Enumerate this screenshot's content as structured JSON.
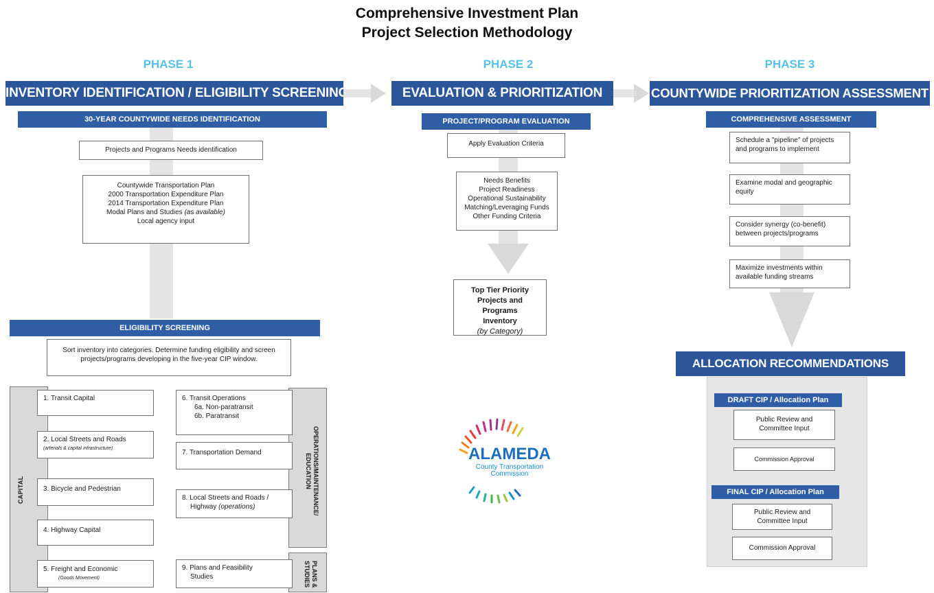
{
  "title": {
    "line1": "Comprehensive Investment Plan",
    "line2": "Project Selection Methodology"
  },
  "phases": [
    {
      "label": "PHASE 1",
      "header": "INVENTORY IDENTIFICATION / ELIGIBILITY SCREENING"
    },
    {
      "label": "PHASE 2",
      "header": "EVALUATION & PRIORITIZATION"
    },
    {
      "label": "PHASE 3",
      "header": "COUNTYWIDE PRIORITIZATION ASSESSMENT"
    }
  ],
  "phase1": {
    "needs_header": "30-YEAR COUNTYWIDE NEEDS IDENTIFICATION",
    "needs_box": "Projects and Programs Needs identification",
    "plans": [
      "Countywide Transportation Plan",
      "2000 Transportation Expenditure Plan",
      "2014 Transportation Expenditure Plan",
      "Modal Plans and Studies",
      "(as available)",
      "Local agency input"
    ],
    "eligibility_header": "ELIGIBILITY SCREENING",
    "eligibility_text": "Sort inventory into categories. Determine funding eligibility and screen projects/programs developing in the five-year CIP window.",
    "capital_label": "CAPITAL",
    "ops_label": "OPERATIONS/MAINTENANCE/ EDUCATION",
    "plans_label": "PLANS & STUDIES",
    "categories_left": [
      {
        "label": "1. Transit Capital",
        "sub": ""
      },
      {
        "label": "2. Local Streets and Roads",
        "sub": "(arterials & capital infrastructure)"
      },
      {
        "label": "3.  Bicycle and Pedestrian",
        "sub": ""
      },
      {
        "label": "4. Highway Capital",
        "sub": ""
      },
      {
        "label": "5. Freight and Economic",
        "sub": "(Goods Movement)"
      }
    ],
    "categories_right": [
      {
        "label": "6.  Transit Operations",
        "l2": "6a. Non-paratransit",
        "l3": "6b. Paratransit"
      },
      {
        "label": "7.  Transportation Demand"
      },
      {
        "label": "8. Local Streets and Roads /",
        "l2": "Highway",
        "l2i": "(operations)"
      },
      {
        "label": "9. Plans and Feasibility",
        "l2": "Studies"
      }
    ]
  },
  "phase2": {
    "eval_header": "PROJECT/PROGRAM EVALUATION",
    "apply_box": "Apply Evaluation Criteria",
    "criteria": [
      "Needs Benefits",
      "Project Readiness",
      "Operational Sustainability",
      "Matching/Leveraging Funds",
      "Other Funding Criteria"
    ],
    "top_tier": {
      "l1": "Top Tier Priority",
      "l2": "Projects and Programs",
      "l3": "Inventory",
      "l4": "(by Category)"
    }
  },
  "logo": {
    "name": "ALAMEDA",
    "sub1": "County Transportation",
    "sub2": "Commission"
  },
  "phase3": {
    "assess_header": "COMPREHENSIVE ASSESSMENT",
    "steps": [
      "Schedule a \"pipeline\" of projects and programs to implement",
      "Examine modal and geographic equity",
      "Consider synergy (co-benefit) between projects/programs",
      "Maximize investments within available funding streams"
    ],
    "alloc_header": "ALLOCATION RECOMMENDATIONS",
    "draft_header": "DRAFT CIP / Allocation Plan",
    "final_header": "FINAL CIP / Allocation Plan",
    "public_review_1": "Public Review and",
    "public_review_2": "Committee Input",
    "commission": "Commission Approval"
  },
  "colors": {
    "header_blue": "#2b569a",
    "phase_blue": "#56c1e8",
    "arrow_gray": "#d9d9d9"
  }
}
